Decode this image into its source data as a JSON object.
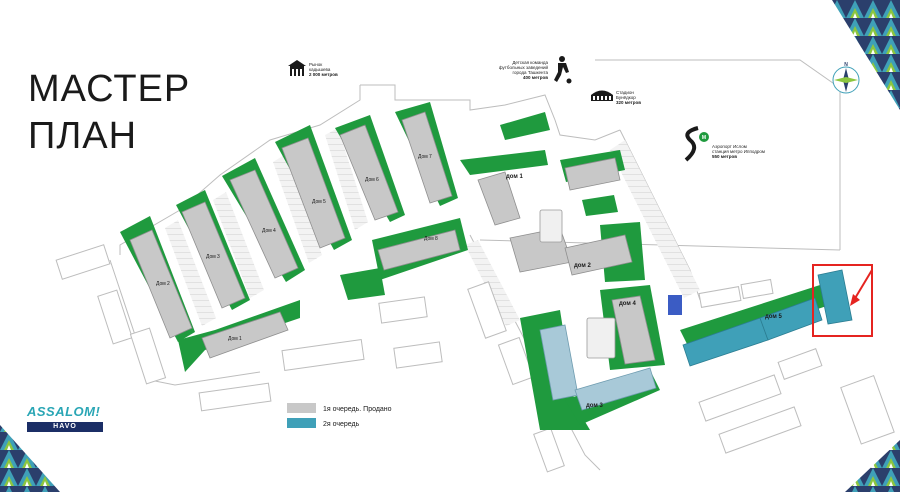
{
  "title": {
    "line1": "МАСТЕР",
    "line2": "ПЛАН"
  },
  "brand": {
    "name": "ASSALOM!",
    "sub": "HAVO"
  },
  "compass": {
    "letter": "N",
    "icon": "compass-rose-icon"
  },
  "poi": [
    {
      "id": "market",
      "icon": "market-icon",
      "lines": [
        "Рынок",
        "кадышева",
        "2 000 метров"
      ]
    },
    {
      "id": "football",
      "icon": "football-player-icon",
      "lines": [
        "Детская команда",
        "футбольных заведений",
        "города Ташкента",
        "400 метров"
      ]
    },
    {
      "id": "stadium",
      "icon": "stadium-icon",
      "lines": [
        "Стадион",
        "Бунёдкор",
        "320 метров"
      ]
    },
    {
      "id": "metro",
      "icon": "metro-road-icon",
      "lines": [
        "Аэропорт Ислом",
        "станция метро Ипподром",
        "550 метров"
      ]
    }
  ],
  "buildings": [
    {
      "id": "dom1",
      "label": "дом 1"
    },
    {
      "id": "dom2",
      "label": "дом 2"
    },
    {
      "id": "dom3",
      "label": "дом 3"
    },
    {
      "id": "dom4",
      "label": "дом 4"
    },
    {
      "id": "dom5",
      "label": "дом 5"
    },
    {
      "id": "domA",
      "label": "Дом 1"
    },
    {
      "id": "domB",
      "label": "Дом 2"
    },
    {
      "id": "domC",
      "label": "Дом 3"
    },
    {
      "id": "domD",
      "label": "Дом 4"
    },
    {
      "id": "domE",
      "label": "Дом 5"
    },
    {
      "id": "domF",
      "label": "Дом 6"
    },
    {
      "id": "domG",
      "label": "Дом 7"
    },
    {
      "id": "domH",
      "label": "Дом 8"
    }
  ],
  "legend": [
    {
      "id": "phase1",
      "label": "1я очередь. Продано",
      "color": "#c8c8c8"
    },
    {
      "id": "phase2",
      "label": "2я очередь",
      "color": "#3fa0b8"
    }
  ],
  "colors": {
    "green": "#1f9a3e",
    "grey_block": "#c8c8c8",
    "teal_block": "#3fa0b8",
    "blue_block": "#a8c9d8",
    "highlight": "#e52420"
  }
}
